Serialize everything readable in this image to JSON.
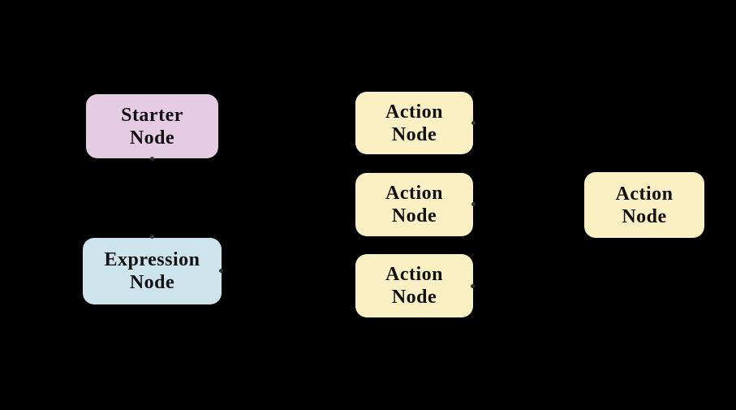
{
  "diagram": {
    "background_color": "#000000",
    "text_color": "#111111",
    "connector_dot_color": "#333333",
    "node_colors": {
      "starter": "#E6CCE3",
      "action": "#FBEFC4",
      "expression": "#CDE4ED"
    },
    "nodes": [
      {
        "id": "starter-node",
        "lines": [
          "Starter",
          "Node"
        ],
        "fill": "#E6CCE3"
      },
      {
        "id": "action-node-1",
        "lines": [
          "Action",
          "Node"
        ],
        "fill": "#FBEFC4"
      },
      {
        "id": "action-node-2",
        "lines": [
          "Action",
          "Node"
        ],
        "fill": "#FBEFC4"
      },
      {
        "id": "action-node-3",
        "lines": [
          "Action",
          "Node"
        ],
        "fill": "#FBEFC4"
      },
      {
        "id": "action-node-right",
        "lines": [
          "Action",
          "Node"
        ],
        "fill": "#FBEFC4"
      },
      {
        "id": "expression-node",
        "lines": [
          "Expression",
          "Node"
        ],
        "fill": "#CDE4ED"
      }
    ]
  }
}
